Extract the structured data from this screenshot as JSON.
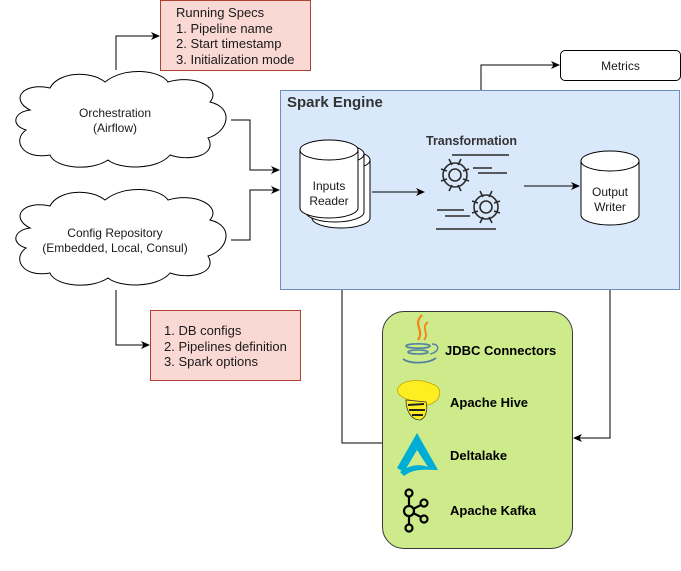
{
  "running_specs": {
    "title": "Running Specs",
    "items": [
      "1. Pipeline name",
      "2. Start timestamp",
      "3. Initialization mode"
    ]
  },
  "orchestration": {
    "line1": "Orchestration",
    "line2": "(Airflow)"
  },
  "config_repository": {
    "line1": "Config Repository",
    "line2": "(Embedded, Local, Consul)"
  },
  "config_contents": {
    "items": [
      "1. DB configs",
      "2. Pipelines definition",
      "3. Spark options"
    ]
  },
  "spark_engine": {
    "title": "Spark Engine",
    "inputs_reader": {
      "line1": "Inputs",
      "line2": "Reader"
    },
    "transformation": {
      "title": "Transformation",
      "icon": "gears-icon"
    },
    "output_writer": {
      "line1": "Output",
      "line2": "Writer"
    }
  },
  "metrics": {
    "label": "Metrics"
  },
  "data_sources": {
    "items": [
      {
        "label": "JDBC Connectors",
        "icon": "java-icon"
      },
      {
        "label": "Apache Hive",
        "icon": "hive-icon"
      },
      {
        "label": "Deltalake",
        "icon": "deltalake-icon"
      },
      {
        "label": "Apache Kafka",
        "icon": "kafka-icon"
      }
    ]
  },
  "colors": {
    "note_fill": "#fad9d5",
    "note_border": "#ae4132",
    "spark_fill": "#dae8fc",
    "spark_border": "#6c8ebf",
    "sources_fill": "#cdeb8b",
    "sources_border": "#36393d"
  }
}
